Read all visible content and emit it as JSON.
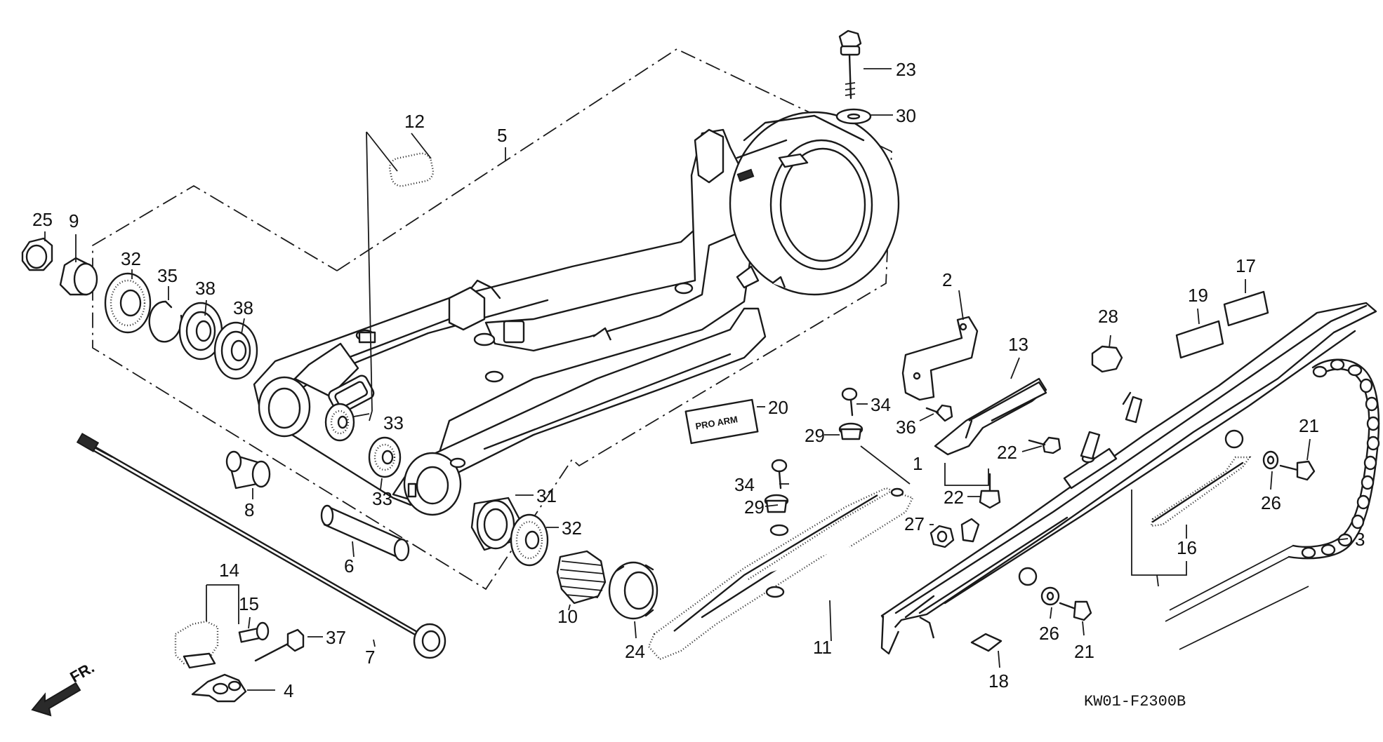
{
  "diagram": {
    "drawing_code": "KW01-F2300B",
    "direction_label": "FR.",
    "decal_text": "PRO ARM",
    "callouts": [
      {
        "id": "c1",
        "label": "1"
      },
      {
        "id": "c2",
        "label": "2"
      },
      {
        "id": "c3",
        "label": "3"
      },
      {
        "id": "c4",
        "label": "4"
      },
      {
        "id": "c5",
        "label": "5"
      },
      {
        "id": "c6",
        "label": "6"
      },
      {
        "id": "c7",
        "label": "7"
      },
      {
        "id": "c8",
        "label": "8"
      },
      {
        "id": "c9",
        "label": "9"
      },
      {
        "id": "c10",
        "label": "10"
      },
      {
        "id": "c11",
        "label": "11"
      },
      {
        "id": "c12",
        "label": "12"
      },
      {
        "id": "c13",
        "label": "13"
      },
      {
        "id": "c14",
        "label": "14"
      },
      {
        "id": "c15",
        "label": "15"
      },
      {
        "id": "c16",
        "label": "16"
      },
      {
        "id": "c17",
        "label": "17"
      },
      {
        "id": "c18",
        "label": "18"
      },
      {
        "id": "c19",
        "label": "19"
      },
      {
        "id": "c20",
        "label": "20"
      },
      {
        "id": "c21a",
        "label": "21"
      },
      {
        "id": "c21b",
        "label": "21"
      },
      {
        "id": "c22a",
        "label": "22"
      },
      {
        "id": "c22b",
        "label": "22"
      },
      {
        "id": "c23",
        "label": "23"
      },
      {
        "id": "c24",
        "label": "24"
      },
      {
        "id": "c25",
        "label": "25"
      },
      {
        "id": "c26a",
        "label": "26"
      },
      {
        "id": "c26b",
        "label": "26"
      },
      {
        "id": "c27",
        "label": "27"
      },
      {
        "id": "c28",
        "label": "28"
      },
      {
        "id": "c29a",
        "label": "29"
      },
      {
        "id": "c29b",
        "label": "29"
      },
      {
        "id": "c30",
        "label": "30"
      },
      {
        "id": "c31",
        "label": "31"
      },
      {
        "id": "c32a",
        "label": "32"
      },
      {
        "id": "c32b",
        "label": "32"
      },
      {
        "id": "c33a",
        "label": "33"
      },
      {
        "id": "c33b",
        "label": "33"
      },
      {
        "id": "c34a",
        "label": "34"
      },
      {
        "id": "c34b",
        "label": "34"
      },
      {
        "id": "c35",
        "label": "35"
      },
      {
        "id": "c36",
        "label": "36"
      },
      {
        "id": "c37",
        "label": "37"
      },
      {
        "id": "c38a",
        "label": "38"
      },
      {
        "id": "c38b",
        "label": "38"
      }
    ]
  }
}
